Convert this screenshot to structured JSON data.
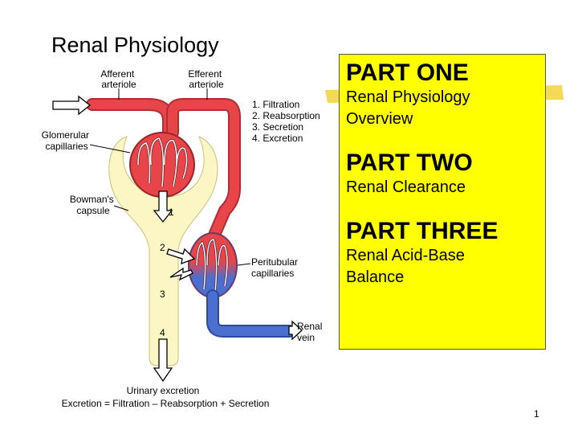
{
  "slide": {
    "title": "Renal Physiology",
    "page_number": "1"
  },
  "diagram": {
    "afferent": [
      "Afferent",
      "arteriole"
    ],
    "efferent": [
      "Efferent",
      "arteriole"
    ],
    "process_list": [
      "1. Filtration",
      "2. Reabsorption",
      "3. Secretion",
      "4. Excretion"
    ],
    "glomerular": [
      "Glomerular",
      "capillaries"
    ],
    "bowmans": [
      "Bowman's",
      "capsule"
    ],
    "peritubular": [
      "Peritubular",
      "capillaries"
    ],
    "renal_vein": [
      "Renal",
      "vein"
    ],
    "urinary_excretion": "Urinary excretion",
    "equation": "Excretion = Filtration – Reabsorption + Secretion",
    "arrow_numbers": [
      "1",
      "2",
      "3",
      "4"
    ],
    "colors": {
      "artery": "#e8454a",
      "vein": "#4a6fd0",
      "capsule": "#fbf6c4",
      "box": "#ffff00"
    }
  },
  "box": {
    "part1_head": "PART ONE",
    "part1_sub": [
      "Renal Physiology",
      "Overview"
    ],
    "part2_head": "PART TWO",
    "part2_sub": [
      "Renal Clearance"
    ],
    "part3_head": "PART THREE",
    "part3_sub": [
      "Renal Acid-Base",
      "Balance"
    ]
  }
}
